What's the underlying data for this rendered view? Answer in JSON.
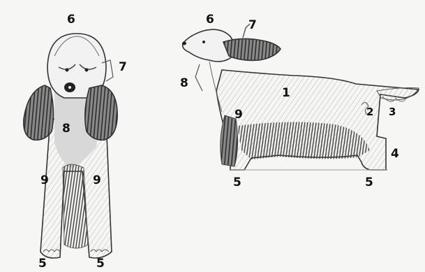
{
  "diagram": {
    "front_view": {
      "labels": {
        "head": "6",
        "ear": "7",
        "chest": "8",
        "leg_left": "9",
        "leg_right": "9",
        "foot_left": "5",
        "foot_right": "5"
      }
    },
    "side_view": {
      "labels": {
        "head": "6",
        "ear": "7",
        "throat": "8",
        "body": "1",
        "hindquarter": "2",
        "tail": "3",
        "hock": "4",
        "front_leg": "9",
        "front_foot": "5",
        "rear_foot": "5"
      }
    }
  },
  "colors": {
    "background": "#f6f6f4",
    "outline": "#333333",
    "hatch": "#9a9a9a",
    "ear_fill": "#6b6b6b",
    "text": "#111111"
  }
}
